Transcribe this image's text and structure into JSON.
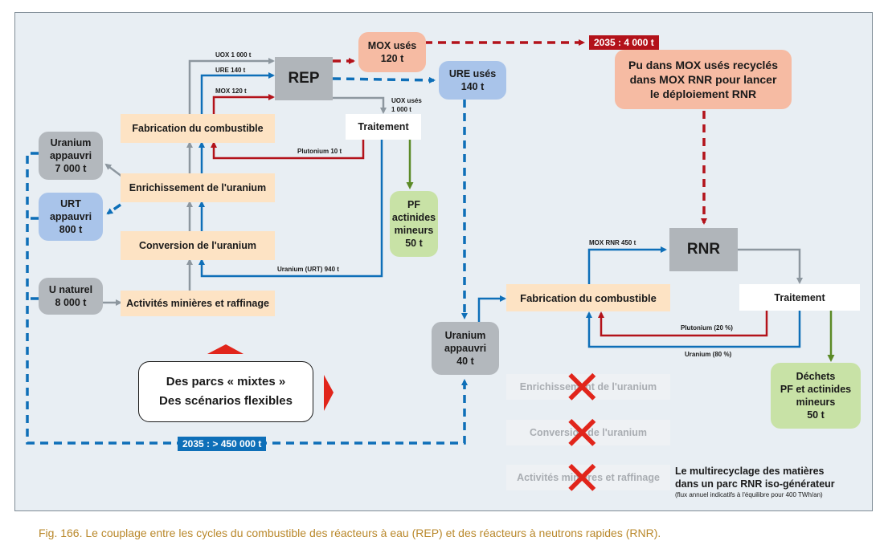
{
  "boxes": {
    "fab_left": "Fabrication du combustible",
    "enrich_left": "Enrichissement de l'uranium",
    "conv_left": "Conversion de l'uranium",
    "mines_left": "Activités minières et raffinage",
    "u_appauvri_1": "Uranium",
    "u_appauvri_2": "appauvri",
    "u_appauvri_3": "7 000 t",
    "urt_1": "URT",
    "urt_2": "appauvri",
    "urt_3": "800 t",
    "unat_1": "U naturel",
    "unat_2": "8 000 t",
    "rep": "REP",
    "mox_1": "MOX usés",
    "mox_2": "120 t",
    "ure_1": "URE usés",
    "ure_2": "140 t",
    "trait_left": "Traitement",
    "pf_1": "PF",
    "pf_2": "actinides",
    "pf_3": "mineurs",
    "pf_4": "50 t",
    "pu_1": "Pu dans MOX usés recyclés",
    "pu_2": "dans MOX RNR pour lancer",
    "pu_3": "le déploiement RNR",
    "rnr": "RNR",
    "trait_right": "Traitement",
    "fab_right": "Fabrication du combustible",
    "u_app_mid_1": "Uranium",
    "u_app_mid_2": "appauvri",
    "u_app_mid_3": "40 t",
    "dechets_1": "Déchets",
    "dechets_2": "PF et actinides",
    "dechets_3": "mineurs",
    "dechets_4": "50 t",
    "ghost_enrich": "Enrichissement de l'uranium",
    "ghost_conv": "Conversion de l'uranium",
    "ghost_mines": "Activités minières et raffinage"
  },
  "labels": {
    "uox": "UOX 1 000 t",
    "ure": "URE 140 t",
    "mox": "MOX 120 t",
    "uox_uses_1": "UOX usés",
    "uox_uses_2": "1 000 t",
    "plutonium": "Plutonium 10 t",
    "uranium_urt": "Uranium (URT) 940 t",
    "mox_rnr": "MOX RNR 450 t",
    "pu_20": "Plutonium (20 %)",
    "u_80": "Uranium (80 %)"
  },
  "tags": {
    "red_2035": "2035 : 4 000 t",
    "blue_2035": "2035 : > 450 000 t"
  },
  "mixed": {
    "line1": "Des parcs « mixtes »",
    "line2": "Des scénarios flexibles"
  },
  "note": {
    "line1": "Le multirecyclage des matières",
    "line2": "dans un parc RNR iso-générateur",
    "small": "(flux annuel indicatifs à l'équilibre pour 400 TWh/an)"
  },
  "caption": "Fig. 166. Le couplage entre les cycles du combustible des réacteurs à eau (REP) et des réacteurs à neutrons rapides (RNR).",
  "colors": {
    "grey_flow": "#8d979f",
    "red_flow": "#b3121a",
    "blue_flow": "#0e6fb8",
    "green_flow": "#5b8a26",
    "cross": "#e1251b",
    "caption": "#b9882b"
  }
}
